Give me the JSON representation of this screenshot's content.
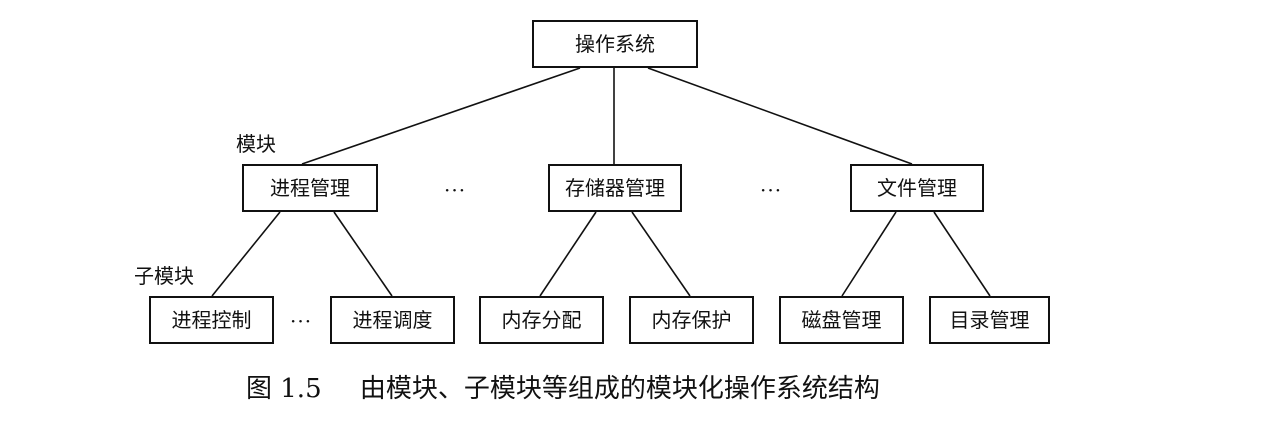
{
  "diagram": {
    "root": {
      "label": "操作系统"
    },
    "level_labels": {
      "module": "模块",
      "submodule": "子模块"
    },
    "modules": [
      {
        "label": "进程管理",
        "children": [
          "进程控制",
          "进程调度"
        ]
      },
      {
        "label": "存储器管理",
        "children": [
          "内存分配",
          "内存保护"
        ]
      },
      {
        "label": "文件管理",
        "children": [
          "磁盘管理",
          "目录管理"
        ]
      }
    ],
    "ellipsis": "···"
  },
  "caption": {
    "number": "图 1.5",
    "text": "由模块、子模块等组成的模块化操作系统结构"
  }
}
